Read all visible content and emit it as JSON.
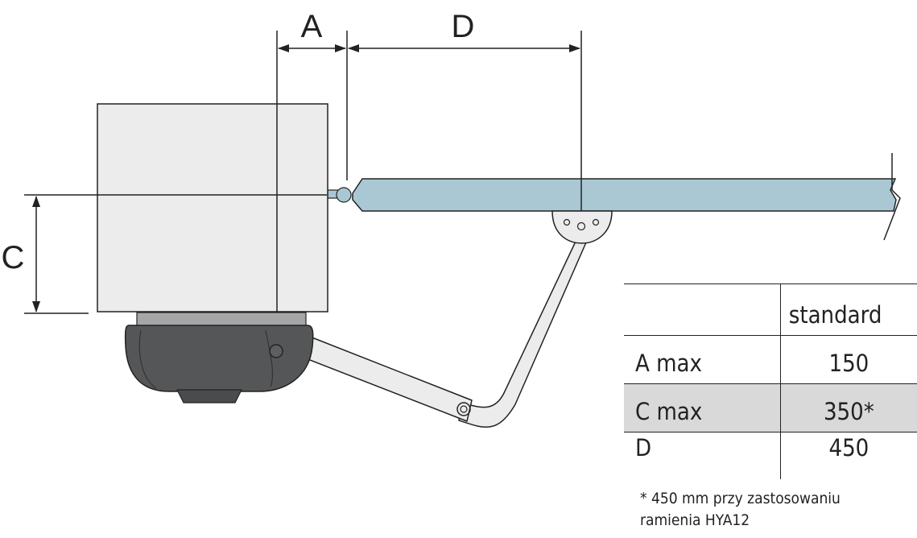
{
  "diagram": {
    "dimension_labels": {
      "a": "A",
      "d": "D",
      "c": "C"
    },
    "colors": {
      "arm": "#a9c8d4",
      "motor_body": "#555657",
      "bracket": "#ececec",
      "line": "#222222"
    }
  },
  "table": {
    "header": {
      "label": "",
      "value": "standard"
    },
    "rows": [
      {
        "label": "A max",
        "value": "150"
      },
      {
        "label": "C max",
        "value": "350*"
      },
      {
        "label": "D",
        "value": "450"
      }
    ]
  },
  "footnote": {
    "line1": "* 450 mm przy zastosowaniu",
    "line2": "ramienia HYA12"
  }
}
